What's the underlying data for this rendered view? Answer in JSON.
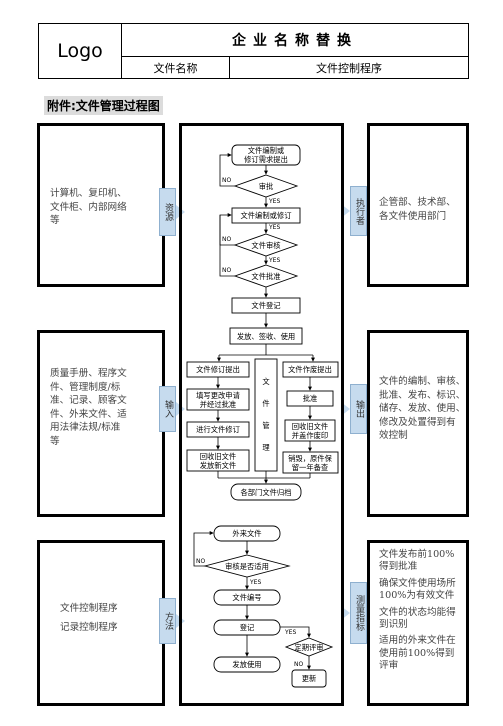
{
  "header": {
    "logo": "Logo",
    "company": "企业名称替换",
    "file_name_label": "文件名称",
    "file_name_value": "文件控制程序"
  },
  "attachment_title": "附件:文件管理过程图",
  "left_boxes": [
    {
      "lines": [
        "计算机、复印机、",
        "文件柜、内部网络",
        "等"
      ],
      "tab": "资源"
    },
    {
      "lines": [
        "质量手册、程序文",
        "件、管理制度/标",
        "准、记录、顾客文",
        "件、外来文件、适",
        "用法律法规/标准",
        "等"
      ],
      "tab": "输入"
    },
    {
      "lines": [
        "文件控制程序",
        "记录控制程序"
      ],
      "tab": "方法"
    }
  ],
  "right_boxes": [
    {
      "lines": [
        "企管部、技术部、",
        "各文件使用部门"
      ],
      "tab": "执行者"
    },
    {
      "lines": [
        "文件的编制、审核、",
        "批准、发布、标识、",
        "储存、发放、使用、",
        "修改及处置得到有",
        "效控制"
      ],
      "tab": "输出"
    },
    {
      "lines": [
        "文件发布前100%",
        "得到批准",
        "确保文件使用场所",
        "100%为有效文件",
        "文件的状态均能得",
        "到识别",
        "适用的外来文件在",
        "使用前100%得到",
        "评审"
      ],
      "tab": "测量指标"
    }
  ],
  "flow": {
    "request": [
      "文件编制或",
      "修订需求提出"
    ],
    "review1": "审批",
    "draft": "文件编制或修订",
    "audit": "文件审核",
    "approve": "文件批准",
    "register": "文件登记",
    "distribute": "发放、签收、使用",
    "left_col": [
      "文件修订提出",
      [
        "填写更改申请",
        "并经过批准"
      ],
      "进行文件修订",
      [
        "回收旧文件",
        "发放新文件"
      ]
    ],
    "mid_col": [
      "文",
      "件",
      "管",
      "理"
    ],
    "right_col": [
      "文件作废提出",
      "批准",
      [
        "回收旧文件",
        "并盖作废印"
      ],
      [
        "销毁，原件保",
        "留一年备查"
      ]
    ],
    "archive": "各部门文件归档",
    "ext_file": "外来文件",
    "ext_check": "审核是否适用",
    "file_number": "文件编号",
    "register2": "登记",
    "periodic": "定期评审",
    "issue": "发放使用",
    "update": "更新",
    "no": "NO",
    "yes": "YES"
  }
}
